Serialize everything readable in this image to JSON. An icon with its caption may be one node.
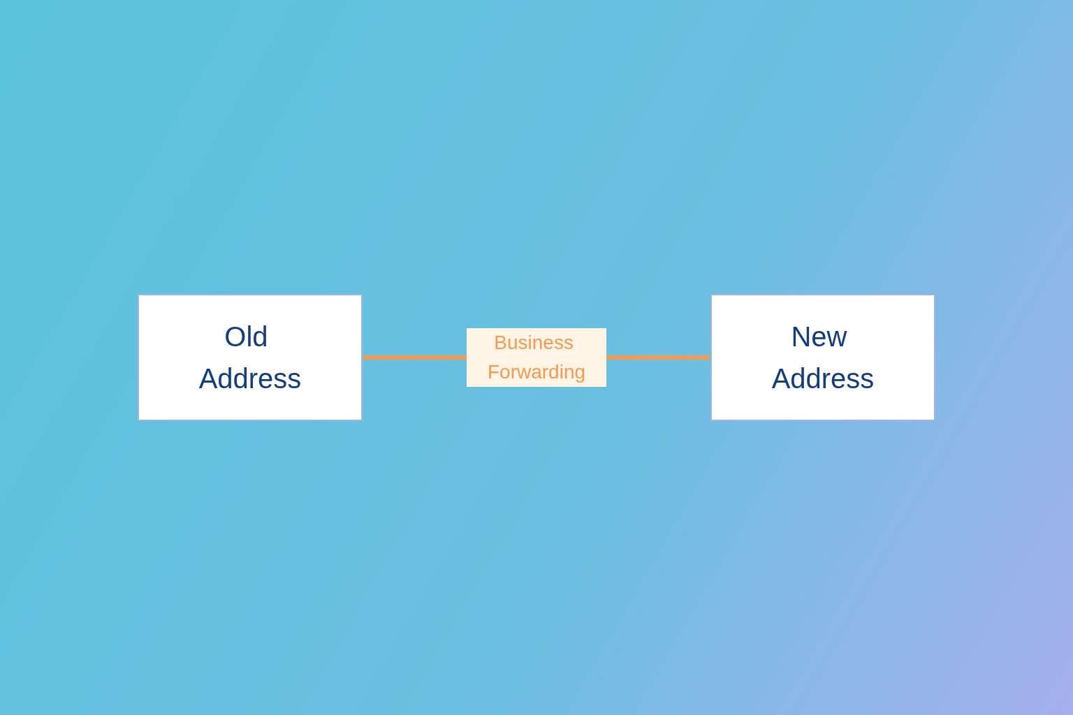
{
  "diagram": {
    "nodes": [
      {
        "text": [
          "Old Address"
        ]
      },
      {
        "text": [
          "New Address"
        ]
      }
    ],
    "edges": [
      {
        "from": 0,
        "to": 1,
        "arrow": "to",
        "label": "Business Forwarding"
      }
    ]
  }
}
